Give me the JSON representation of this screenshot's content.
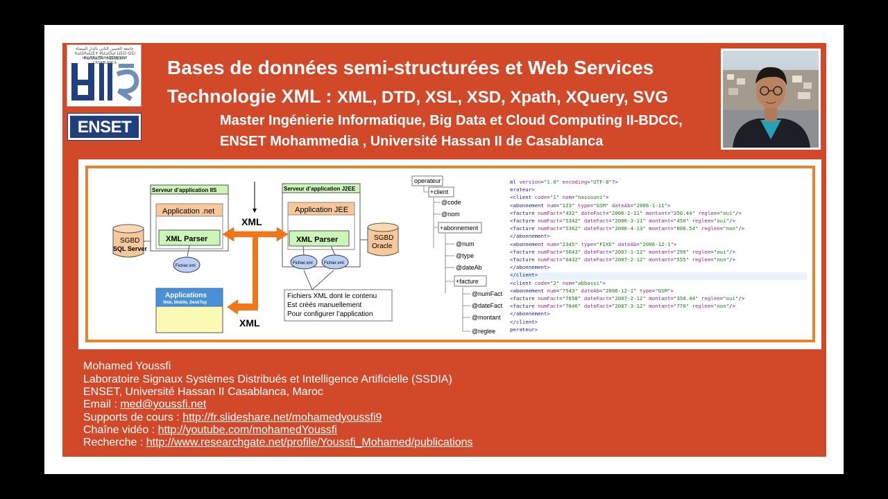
{
  "logos": {
    "university_arabic": "جامعة الحسن الثاني بالدار البيضاء",
    "university_tifinagh": "ⵜⴰⵙⴷⴰⵡⵉⵜ ⵍⵃⴰⵙⴰⵏ ⵡⵉⵙ ⵙⵉⵏ ⵜⴰⴷⴷⴰⵔⵜ ⵜⵓⵎⵍⵉⵍⵜ",
    "university_fr": "UNIVERSITÉ HASSAN II DE CASABLANCA",
    "enset": "ENSET"
  },
  "header": {
    "title1": "Bases de données semi-structurées et Web Services",
    "title2_main": "Technologie XML : ",
    "title2_rest": "XML, DTD, XSL, XSD, Xpath, XQuery, SVG",
    "subtitle1": "Master Ingénierie Informatique, Big Data et Cloud Computing II-BDCC,",
    "subtitle2": "ENSET Mohammedia , Université Hassan II de Casablanca"
  },
  "diagram": {
    "server_iis": "Serveur d’application IIS",
    "server_j2ee": "Serveur d’application J2EE",
    "app_net": "Application .net",
    "app_jee": "Application JEE",
    "xml_parser": "XML Parser",
    "xml_top": "XML",
    "xml_bottom": "XML",
    "fichier_xml": "Fichier.xml",
    "sgbd_left_line1": "SGBD",
    "sgbd_left_line2": "SQL Server",
    "sgbd_right_line1": "SGBD",
    "sgbd_right_line2": "Oracle",
    "applications_title": "Applications",
    "applications_sub": "Web, Mobile, DeskTop",
    "note_line1": "Fichiers XML dont le contenu",
    "note_line2": "Est créés manuellement",
    "note_line3": "Pour configurer l’application"
  },
  "tree": {
    "root": "operateur",
    "client": "+client",
    "code": "@code",
    "nom": "@nom",
    "abonnement": "+abonnement",
    "num": "@num",
    "type": "@type",
    "dateAb": "@dateAb",
    "facture": "+facture",
    "numFact": "@numFact",
    "dateFact": "@dateFact",
    "montant": "@montant",
    "reglee": "@reglee"
  },
  "code_lines": [
    "ml version=\"1.0\" encoding=\"UTF-8\"?>",
    "erateur>",
    " <client code=\"1\" nom=\"hassouni\">",
    "     <abonnement num=\"123\" type=\"GSM\" dateAb=\"2006-1-11\">",
    "         <facture numFact=\"432\" dateFact=\"2006-2-11\" montant=\"350.44\" reglee=\"oui\"/>",
    "         <facture numFact=\"5342\" dateFact=\"2006-3-11\" montant=\"450\" reglee=\"oui\"/>",
    "         <facture numFact=\"5362\" dateFact=\"2006-4-13\" montant=\"800.54\" reglee=\"non\"/>",
    "     </abonnement>",
    "     <abonnement num=\"2345\" type=\"FIXE\" dateAb=\"2006-12-1\">",
    "         <facture numFact=\"5643\" dateFact=\"2007-1-12\" montant=\"299\" reglee=\"oui\"/>",
    "         <facture numFact=\"6432\" dateFact=\"2007-2-12\" montant=\"555\" reglee=\"non\"/>",
    "     </abonnement>",
    " </client>",
    " <client code=\"2\" nom=\"abbassi\">",
    "     <abonnement num=\"7543\" dateAb=\"2006-12-1\" type=\"GSM\">",
    "         <facture numFact=\"7658\" dateFact=\"2007-2-12\" montant=\"350.44\" reglee=\"oui\"/>",
    "         <facture numFact=\"7846\" dateFact=\"2007-3-12\" montant=\"770\" reglee=\"non\"/>",
    "     </abonnement>",
    " </client>",
    "perateur>"
  ],
  "footer": {
    "name": "Mohamed Youssfi",
    "lab": "Laboratoire Signaux Systèmes Distribués et Intelligence Artificielle (SSDIA)",
    "school": "ENSET, Université Hassan II Casablanca, Maroc",
    "email_label": "Email : ",
    "email": "med@youssfi.net",
    "supports_label": "Supports de cours : ",
    "supports_url": "http://fr.slideshare.net/mohamedyoussfi9",
    "video_label": "Chaîne vidéo : ",
    "video_url": "http://youtube.com/mohamedYoussfi",
    "research_label": "Recherche : ",
    "research_url": "http://www.researchgate.net/profile/Youssfi_Mohamed/publications"
  },
  "colors": {
    "slide_bg": "#d2492a",
    "accent_orange": "#e9832f",
    "enset_blue": "#1f3f80",
    "parser_green": "#ccf5b8",
    "app_yellow": "#fafab4"
  }
}
